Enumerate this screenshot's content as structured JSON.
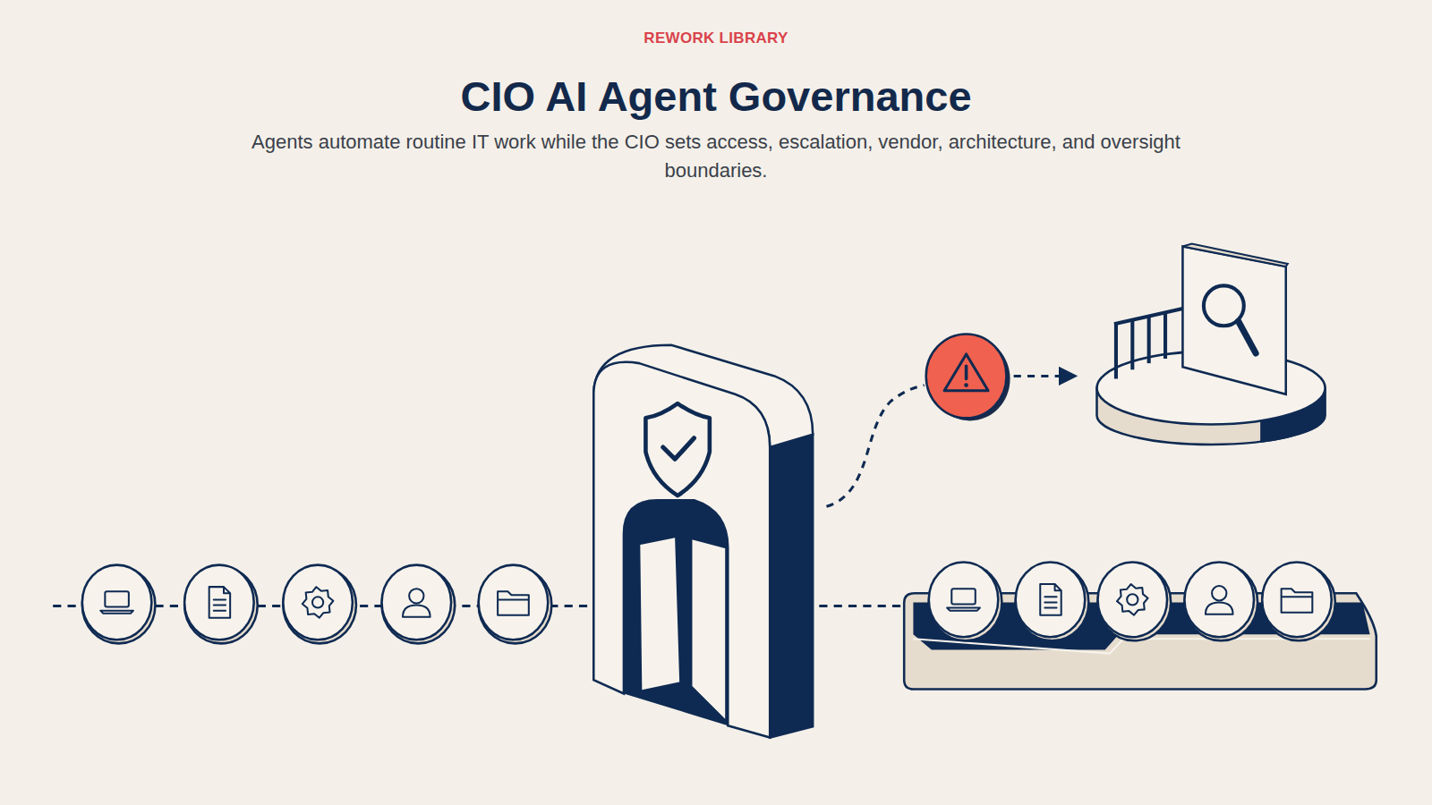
{
  "diagram": {
    "title": "CIO AI Agent Governance",
    "caption": "Agents automate routine IT work while the CIO sets access, escalation, vendor, architecture, and oversight boundaries.",
    "labels": [
      "REWORK LIBRARY"
    ]
  }
}
